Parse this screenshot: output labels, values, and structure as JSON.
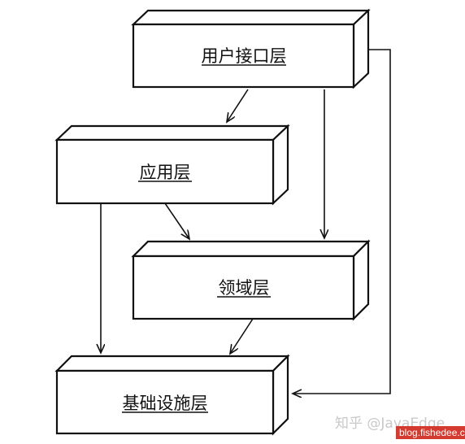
{
  "layers": {
    "ui": "用户接口层",
    "app": "应用层",
    "domain": "领域层",
    "infra": "基础设施层"
  },
  "watermark": {
    "zhihu": "知乎 @JavaEdge",
    "blog": "blog.fishedee.com"
  },
  "colors": {
    "line": "#111111",
    "watermark_badge": "#d43a2f"
  }
}
